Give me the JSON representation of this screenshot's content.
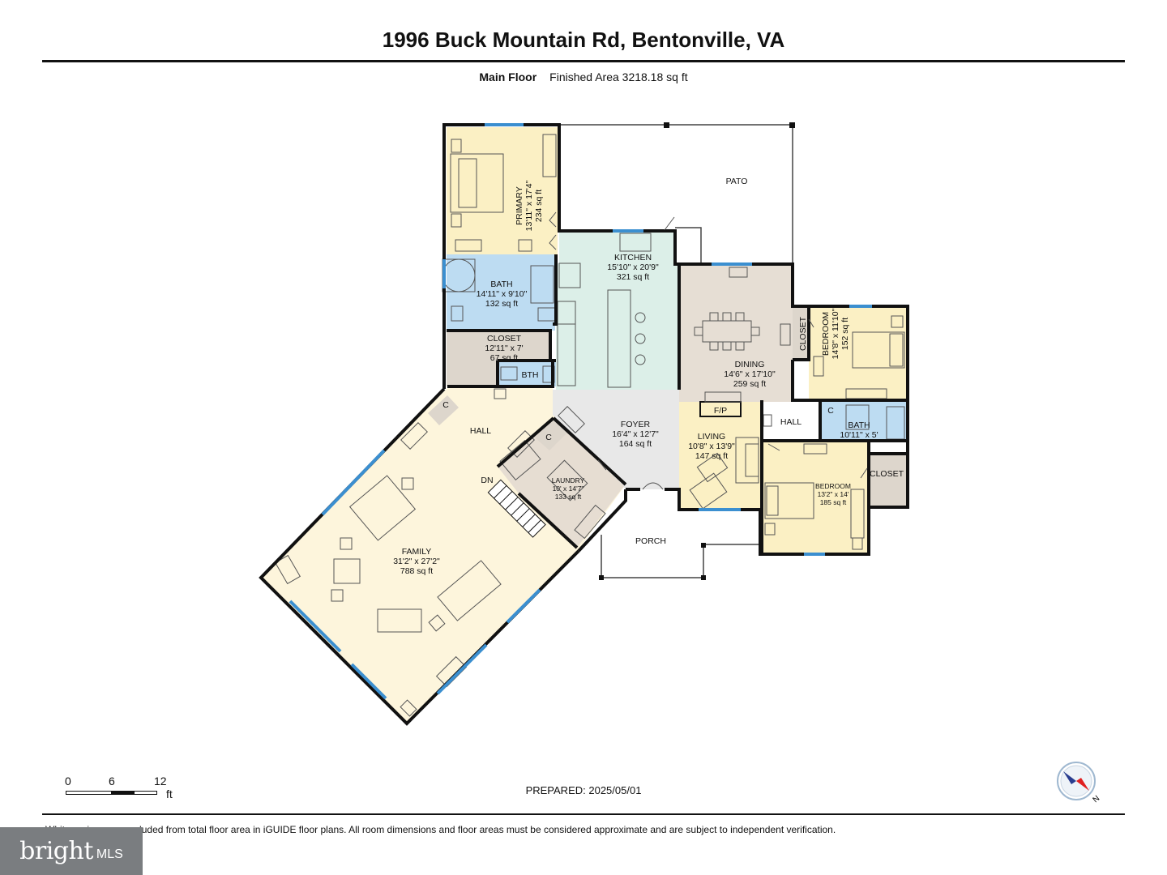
{
  "header": {
    "title": "1996 Buck Mountain Rd, Bentonville, VA",
    "floor_name": "Main Floor",
    "finished_area": "Finished Area 3218.18 sq ft"
  },
  "rooms": {
    "primary": {
      "name": "PRIMARY",
      "dims": "13'11\" x 17'4\"",
      "area": "234 sq ft"
    },
    "patio": {
      "name": "PATO"
    },
    "kitchen": {
      "name": "KITCHEN",
      "dims": "15'10\" x 20'9\"",
      "area": "321 sq ft"
    },
    "bath_primary": {
      "name": "BATH",
      "dims": "14'11\" x 9'10\"",
      "area": "132 sq ft"
    },
    "closet_primary": {
      "name": "CLOSET",
      "dims": "12'11\" x 7'",
      "area": "67 sq ft"
    },
    "bth": {
      "name": "BTH"
    },
    "dining": {
      "name": "DINING",
      "dims": "14'6\" x 17'10\"",
      "area": "259 sq ft"
    },
    "bedroom_ne": {
      "name": "BEDROOM",
      "dims": "14'8\" x 11'10\"",
      "area": "152 sq ft"
    },
    "closet_ne": {
      "name": "CLOSET"
    },
    "fp": {
      "name": "F/P"
    },
    "hall_east": {
      "name": "HALL"
    },
    "c_east": {
      "name": "C"
    },
    "bath_east": {
      "name": "BATH",
      "dims": "10'11\" x 5'"
    },
    "foyer": {
      "name": "FOYER",
      "dims": "16'4\" x 12'7\"",
      "area": "164 sq ft"
    },
    "living": {
      "name": "LIVING",
      "dims": "10'8\" x 13'9\"",
      "area": "147 sq ft"
    },
    "bedroom_se": {
      "name": "BEDROOM",
      "dims": "13'2\" x 14'",
      "area": "185 sq ft"
    },
    "closet_se": {
      "name": "CLOSET"
    },
    "hall_west": {
      "name": "HALL"
    },
    "c_west": {
      "name": "C"
    },
    "c_laundry": {
      "name": "C"
    },
    "laundry": {
      "name": "LAUNDRY",
      "dims": "10' x 14'7\"",
      "area": "133 sq ft"
    },
    "dn": {
      "name": "DN"
    },
    "porch": {
      "name": "PORCH"
    },
    "family": {
      "name": "FAMILY",
      "dims": "31'2\" x 27'2\"",
      "area": "788 sq ft"
    }
  },
  "scale": {
    "t0": "0",
    "t1": "6",
    "t2": "12",
    "unit": "ft"
  },
  "prepared": "PREPARED: 2025/05/01",
  "compass_label": "N",
  "disclaimer": "White regions are excluded from total floor area in iGUIDE floor plans. All room dimensions and floor areas must be considered approximate and are subject to independent verification.",
  "brand": {
    "word": "bright",
    "suffix": "MLS"
  },
  "colors": {
    "bedroom": "#fbf0c4",
    "bath": "#bddcf2",
    "kitchen": "#dcefe8",
    "dining": "#e6ded4",
    "closet": "#ddd6cc",
    "foyer": "#e8e8e8",
    "family": "#fdf5dc",
    "wall": "#111111",
    "window": "#3b8fd0"
  }
}
